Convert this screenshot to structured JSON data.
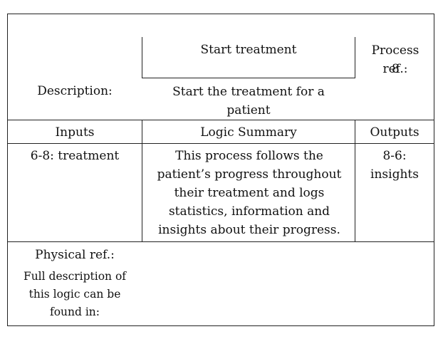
{
  "process_name": "Start treatment",
  "process_ref_label": "Process ref.:",
  "process_ref_value": "8",
  "description_label": "Description:",
  "description_text": "Start the treatment for a patient",
  "headers": {
    "inputs": "Inputs",
    "logic": "Logic Summary",
    "outputs": "Outputs"
  },
  "row": {
    "inputs": "6-8: treatment",
    "logic": "This process follows the patient’s progress throughout their treatment and logs statistics, information and insights about their progress.",
    "outputs": "8-6: insights"
  },
  "physical_ref_label": "Physical ref.:",
  "full_description_label": "Full description of this logic can be found in:"
}
